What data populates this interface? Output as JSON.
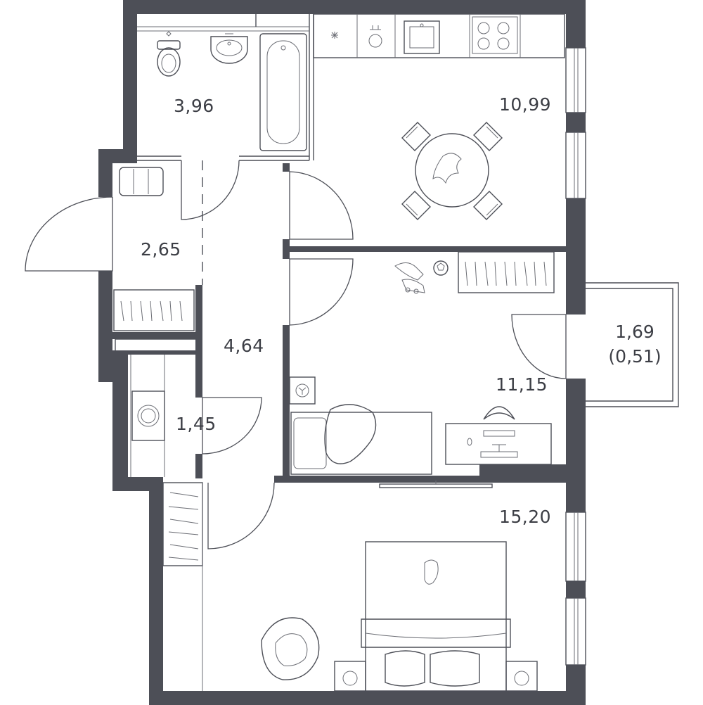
{
  "rooms": {
    "bathroom_area": "3,96",
    "kitchen_area": "10,99",
    "entry_area": "2,65",
    "hall_area": "4,64",
    "laundry_area": "1,45",
    "kids_room_area": "11,15",
    "balcony_area": "1,69",
    "balcony_area_reduced": "(0,51)",
    "bedroom_area": "15,20"
  },
  "colors": {
    "wall": "#4d4f57",
    "line": "#6b6d74",
    "text": "#3c3e45"
  }
}
